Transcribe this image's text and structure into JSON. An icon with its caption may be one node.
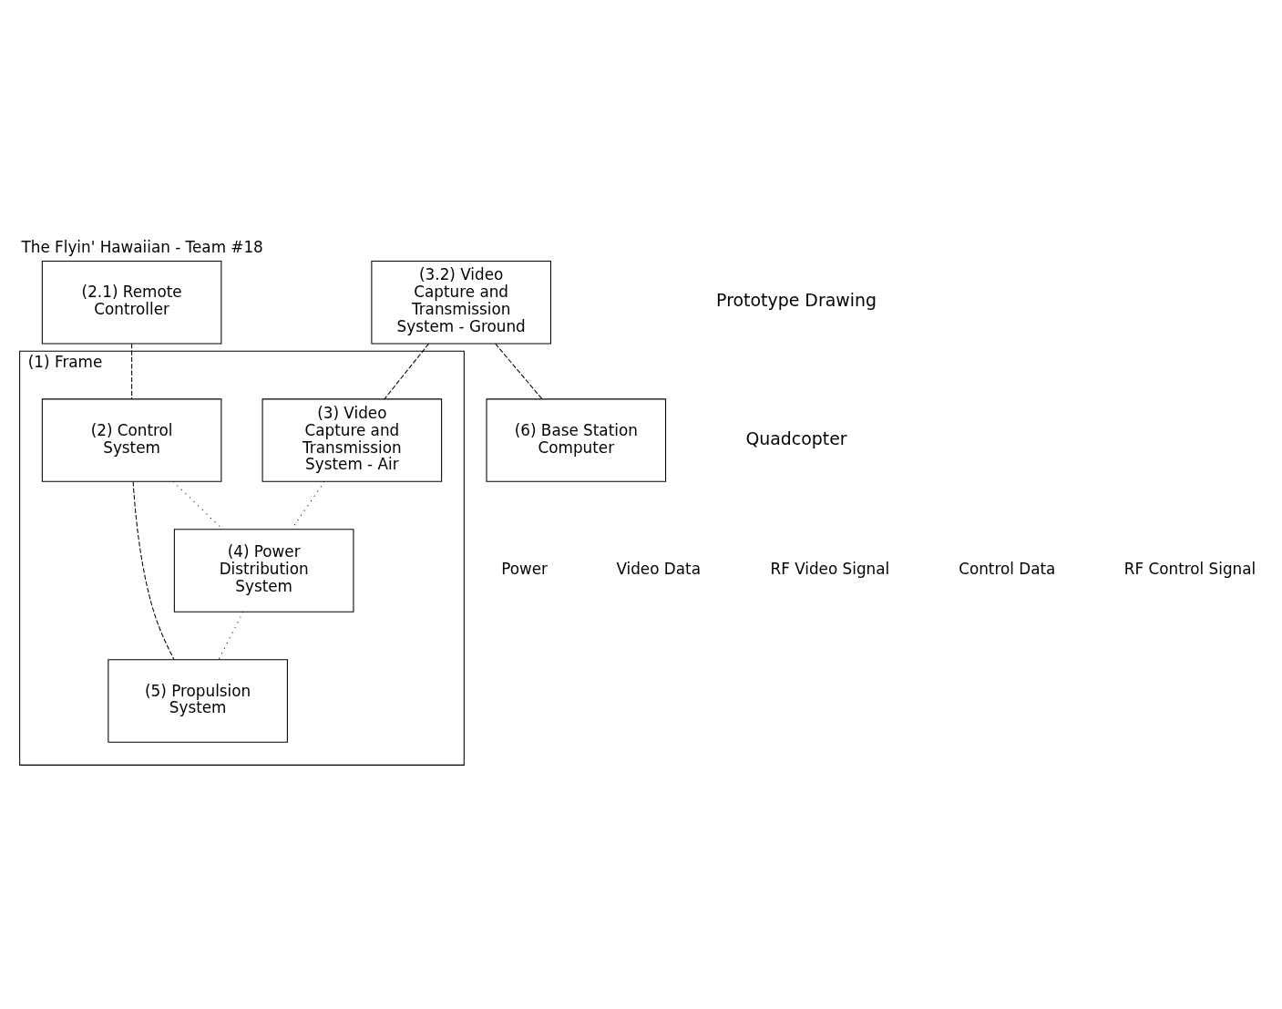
{
  "diagram": {
    "title": "The Flyin' Hawaiian - Team #18",
    "nodes": [
      {
        "text": [
          "(2.1) Remote Controller"
        ]
      },
      {
        "text": [
          "(1) Frame"
        ]
      },
      {
        "text": [
          "(2) Control System"
        ],
        "in": 1
      },
      {
        "text": [
          "(3) Video Capture and Transmission System - Air"
        ],
        "in": 1
      },
      {
        "text": [
          "(4) Power Distribution System"
        ],
        "in": 1
      },
      {
        "text": [
          "(5) Propulsion System"
        ],
        "in": 1
      },
      {
        "text": [
          "(3.2) Video Capture and Transmission System - Ground"
        ]
      },
      {
        "text": [
          "(6) Base Station Computer"
        ]
      }
    ],
    "edges": [
      {
        "from": 0,
        "to": 2,
        "arrow": "none",
        "style": "dashed"
      },
      {
        "from": 2,
        "to": 4,
        "arrow": "none"
      },
      {
        "from": 2,
        "to": 5,
        "arrow": "none",
        "style": "dashed"
      },
      {
        "from": 3,
        "to": 4,
        "arrow": "none"
      },
      {
        "from": 4,
        "to": 5,
        "arrow": "none"
      },
      {
        "from": 6,
        "to": 3,
        "arrow": "none",
        "style": "dashed"
      },
      {
        "from": 6,
        "to": 7,
        "arrow": "none",
        "style": "dashed"
      }
    ],
    "labels": [
      "Prototype Drawing",
      "Quadcopter"
    ],
    "legend": [
      {
        "text": "Power"
      },
      {
        "text": "Video Data"
      },
      {
        "text": "RF Video Signal"
      },
      {
        "text": "Control Data"
      },
      {
        "text": "RF Control Signal"
      }
    ]
  }
}
